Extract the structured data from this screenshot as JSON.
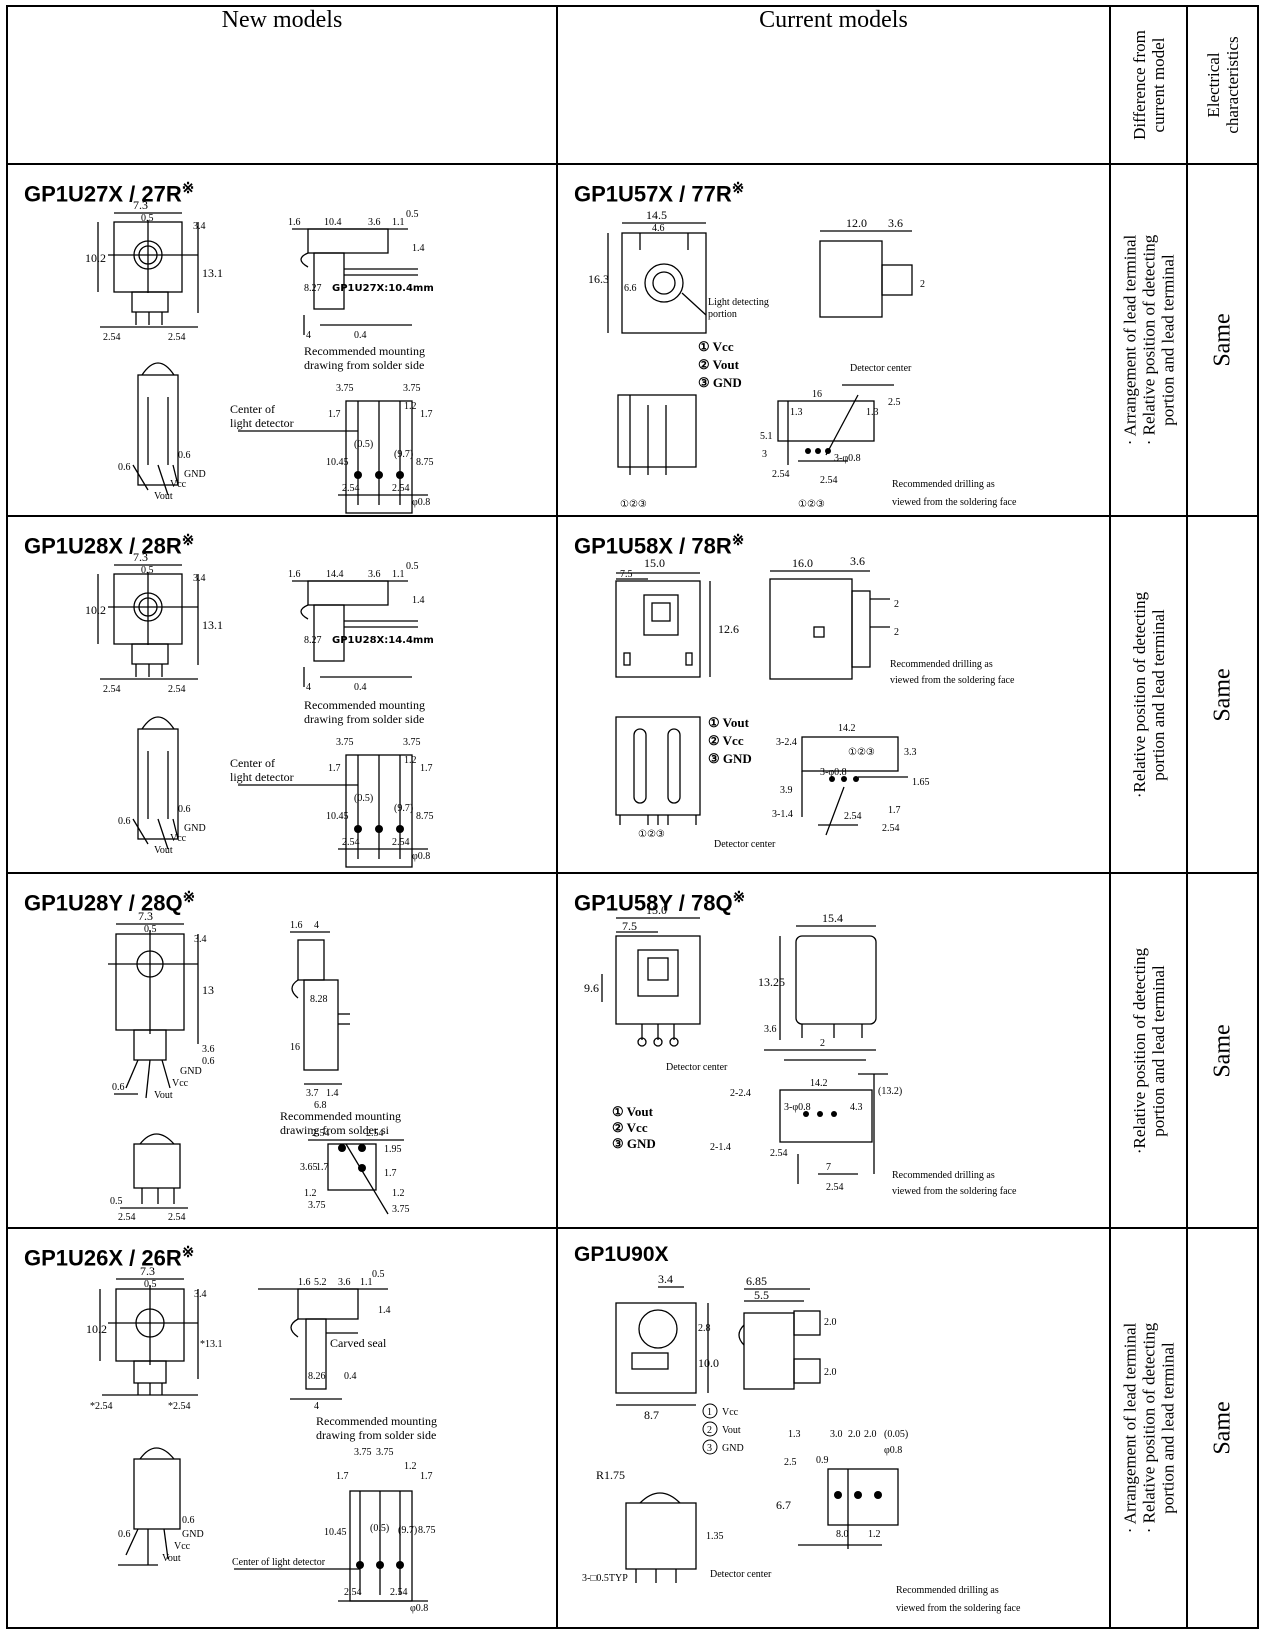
{
  "header": {
    "new_models": "New models",
    "current_models": "Current models",
    "difference": "Difference from\ncurrent model",
    "electrical": "Electrical\ncharacteristics"
  },
  "rows": [
    {
      "new_model": "GP1U27X / 27R",
      "current_model": "GP1U57X / 77R",
      "difference": "· Arrangement of lead terminal\n· Relative position of detecting\nportion and lead terminal",
      "electrical": "Same",
      "new_labels": {
        "d73": "7.3",
        "d05": "0.5",
        "d34": "3.4",
        "d102": "10.2",
        "d131": "13.1",
        "d254a": "2.54",
        "d254b": "2.54",
        "d16": "1.6",
        "d104": "10.4",
        "d36": "3.6",
        "d11": "1.1",
        "d05b": "0.5",
        "d14": "1.4",
        "d27": "8.27",
        "lead_note": "GP1U27X:10.4mm",
        "d4": "4",
        "d04": "0.4",
        "mount1": "Recommended mounting",
        "mount2": "drawing from solder side",
        "c375a": "3.75",
        "c375b": "3.75",
        "c17a": "1.7",
        "c12": "1.2",
        "c17b": "1.7",
        "c1045": "10.45",
        "c05": "(0.5)",
        "c97": "(9.7)",
        "c875": "8.75",
        "c254a": "2.54",
        "c254b": "2.54",
        "c08": "φ0.8",
        "center1": "Center of",
        "center2": "light detector",
        "p06a": "0.6",
        "p06b": "0.6",
        "gnd": "GND",
        "vcc": "Vcc",
        "vout": "Vout"
      },
      "cur_labels": {
        "d145": "14.5",
        "d46": "4.6",
        "d163": "16.3",
        "d66": "6.6",
        "light1": "Light detecting",
        "light2": "portion",
        "d120": "12.0",
        "d36": "3.6",
        "d2": "2",
        "pin1": "① Vcc",
        "pin2": "② Vout",
        "pin3": "③ GND",
        "det": "Detector center",
        "h16": "16",
        "h13a": "1.3",
        "h13b": "1.3",
        "h25": "2.5",
        "h51": "5.1",
        "h3": "3",
        "h08": "3-φ0.8",
        "h254a": "2.54",
        "h254b": "2.54",
        "pins": "①②③",
        "pinsb": "①②③",
        "drill1": "Recommended drilling as",
        "drill2": "viewed from the soldering face"
      }
    },
    {
      "new_model": "GP1U28X / 28R",
      "current_model": "GP1U58X / 78R",
      "difference": "·Relative position of detecting\nportion and lead terminal",
      "electrical": "Same",
      "new_labels": {
        "d73": "7.3",
        "d05": "0.5",
        "d34": "3.4",
        "d102": "10.2",
        "d131": "13.1",
        "d254a": "2.54",
        "d254b": "2.54",
        "d16": "1.6",
        "d144": "14.4",
        "d36": "3.6",
        "d11": "1.1",
        "d05b": "0.5",
        "d14": "1.4",
        "d27": "8.27",
        "lead_note": "GP1U28X:14.4mm",
        "d4": "4",
        "d04": "0.4",
        "mount1": "Recommended mounting",
        "mount2": "drawing from solder side",
        "c375a": "3.75",
        "c375b": "3.75",
        "c17a": "1.7",
        "c12": "1.2",
        "c17b": "1.7",
        "c1045": "10.45",
        "c05": "(0.5)",
        "c97": "(9.7)",
        "c875": "8.75",
        "c254a": "2.54",
        "c254b": "2.54",
        "c08": "φ0.8",
        "center1": "Center of",
        "center2": "light detector",
        "p06a": "0.6",
        "p06b": "0.6",
        "gnd": "GND",
        "vcc": "Vcc",
        "vout": "Vout"
      },
      "cur_labels": {
        "d150": "15.0",
        "d75": "7.5",
        "d126": "12.6",
        "d160": "16.0",
        "d36": "3.6",
        "d2a": "2",
        "d2b": "2",
        "drill1": "Recommended drilling as",
        "drill2": "viewed from the soldering face",
        "pin1": "① Vout",
        "pin2": "② Vcc",
        "pin3": "③ GND",
        "h24": "3-2.4",
        "h142": "14.2",
        "hpins": "①②③",
        "h33": "3.3",
        "h39": "3.9",
        "h08": "3-φ0.8",
        "h165": "1.65",
        "h14": "3-1.4",
        "h254a": "2.54",
        "h17": "1.7",
        "h254b": "2.54",
        "det": "Detector center",
        "pins": "①②③"
      }
    },
    {
      "new_model": "GP1U28Y / 28Q",
      "current_model": "GP1U58Y / 78Q",
      "difference": "·Relative position of detecting\nportion and lead terminal",
      "electrical": "Same",
      "new_labels": {
        "d73": "7.3",
        "d05": "0.5",
        "d34": "3.4",
        "d13": "13",
        "d36": "3.6",
        "d06": "0.6",
        "p06": "0.6",
        "gnd": "GND",
        "vcc": "Vcc",
        "vout": "Vout",
        "s16": "1.6",
        "s4": "4",
        "s828": "8.28",
        "s16b": "16",
        "s37": "3.7",
        "s14": "1.4",
        "s68": "6.8",
        "mount1": "Recommended mounting",
        "mount2": "drawing from solder si",
        "p05": "0.5",
        "p254a": "2.54",
        "p254b": "2.54",
        "c254a": "2.54",
        "c254b": "2.54",
        "c195": "1.95",
        "c365": "3.65",
        "c17a": "1.7",
        "c17b": "1.7",
        "c12a": "1.2",
        "c12b": "1.2",
        "c375a": "3.75",
        "c375b": "3.75"
      },
      "cur_labels": {
        "d150": "15.0",
        "d75": "7.5",
        "d96": "9.6",
        "d154": "15.4",
        "d1325": "13.25",
        "d36": "3.6",
        "d2": "2",
        "det": "Detector center",
        "pin1": "① Vout",
        "pin2": "② Vcc",
        "pin3": "③ GND",
        "h24": "2-2.4",
        "h142": "14.2",
        "h08": "3-φ0.8",
        "h43": "4.3",
        "h132": "(13.2)",
        "h14": "2-1.4",
        "h254a": "2.54",
        "h7": "7",
        "h254b": "2.54",
        "drill1": "Recommended drilling as",
        "drill2": "viewed from the soldering face"
      }
    },
    {
      "new_model": "GP1U26X / 26R",
      "current_model": "GP1U90X",
      "difference": "· Arrangement of lead terminal\n· Relative position of detecting\nportion and lead terminal",
      "electrical": "Same",
      "new_labels": {
        "d73": "7.3",
        "d05": "0.5",
        "d34": "3.4",
        "d102": "10.2",
        "d131": "*13.1",
        "d254a": "*2.54",
        "d254b": "*2.54",
        "s16": "1.6",
        "s52": "5.2",
        "s36": "3.6",
        "s11": "1.1",
        "s05": "0.5",
        "s14": "1.4",
        "carved": "Carved seal",
        "s826": "8.26",
        "s04": "0.4",
        "s4": "4",
        "mount1": "Recommended mounting",
        "mount2": "drawing from solder side",
        "p06a": "0.6",
        "p06b": "0.6",
        "gnd": "GND",
        "vcc": "Vcc",
        "vout": "Vout",
        "c375a": "3.75",
        "c375b": "3.75",
        "c17a": "1.7",
        "c12": "1.2",
        "c17b": "1.7",
        "c1045": "10.45",
        "c05": "(0.5)",
        "c97": "(9.7)",
        "c875": "8.75",
        "center": "Center of light detector",
        "c254a": "2.54",
        "c254b": "2.54",
        "c08": "φ0.8"
      },
      "cur_labels": {
        "d34": "3.4",
        "d685": "6.85",
        "d55": "5.5",
        "d100": "10.0",
        "d28": "2.8",
        "d20a": "2.0",
        "d20b": "2.0",
        "d87": "8.7",
        "pin1": "Vcc",
        "pin2": "Vout",
        "pin3": "GND",
        "r175": "R1.75",
        "d135": "1.35",
        "styp": "3-□0.5TYP",
        "h13": "1.3",
        "h30": "3.0",
        "h20a": "2.0",
        "h20b": "2.0",
        "h005": "(0.05)",
        "h08": "φ0.8",
        "h25": "2.5",
        "h67": "6.7",
        "h09": "0.9",
        "h80": "8.0",
        "h12": "1.2",
        "det": "Detector center",
        "drill1": "Recommended drilling as",
        "drill2": "viewed from the soldering face"
      }
    }
  ]
}
